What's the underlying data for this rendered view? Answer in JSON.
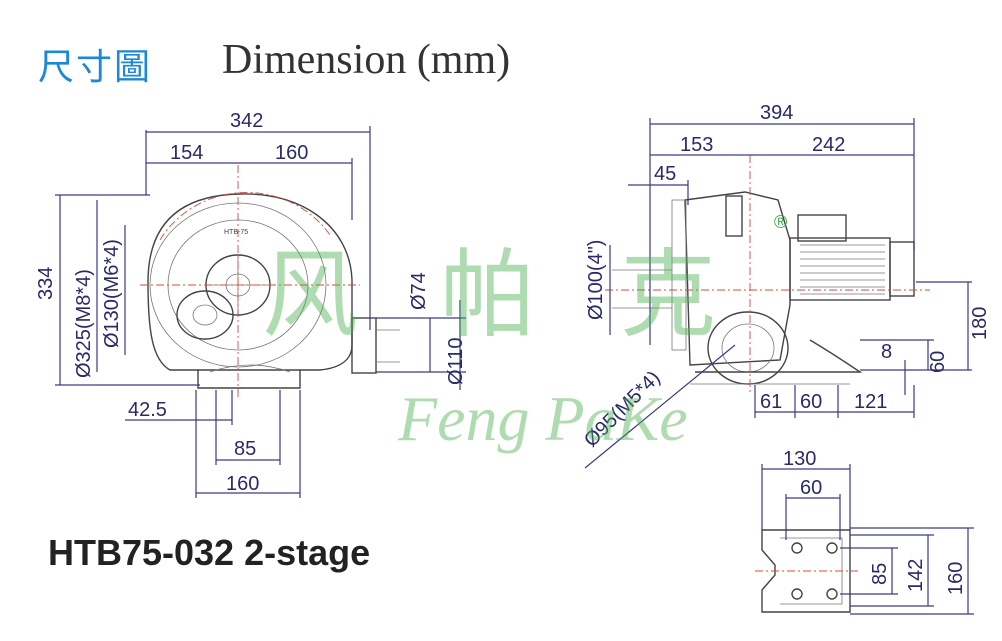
{
  "header": {
    "title_cn": "尺寸圖",
    "title_en": "Dimension (mm)"
  },
  "model": "HTB75-032 2-stage",
  "front_view": {
    "overall_width": "342",
    "left_part": "154",
    "right_part": "160",
    "overall_height": "334",
    "outer_bolt_circle": "Ø325(M8*4)",
    "inner_bolt_circle": "Ø130(M6*4)",
    "outlet_inner": "Ø74",
    "outlet_outer": "Ø110",
    "base_offset": "42.5",
    "base_hole_spacing": "85",
    "base_width": "160",
    "plate_label": "HTB-75"
  },
  "side_view": {
    "overall_length": "394",
    "front_part": "153",
    "motor_part": "242",
    "flange": "45",
    "inlet": "Ø100(4\")",
    "inlet_flange": "Ø95(M5*4)",
    "shaft_height": "180",
    "base_thickness": "8",
    "base_height": "60",
    "foot_a": "61",
    "foot_b": "60",
    "foot_c": "121",
    "trademark": "®"
  },
  "base_view": {
    "outer_width": "130",
    "inner_width": "60",
    "hole_spacing": "85",
    "inner_length": "142",
    "outer_length": "160"
  },
  "watermark": {
    "chinese_chars": [
      "风",
      "帕",
      "克"
    ],
    "english": "Feng PaKe"
  }
}
